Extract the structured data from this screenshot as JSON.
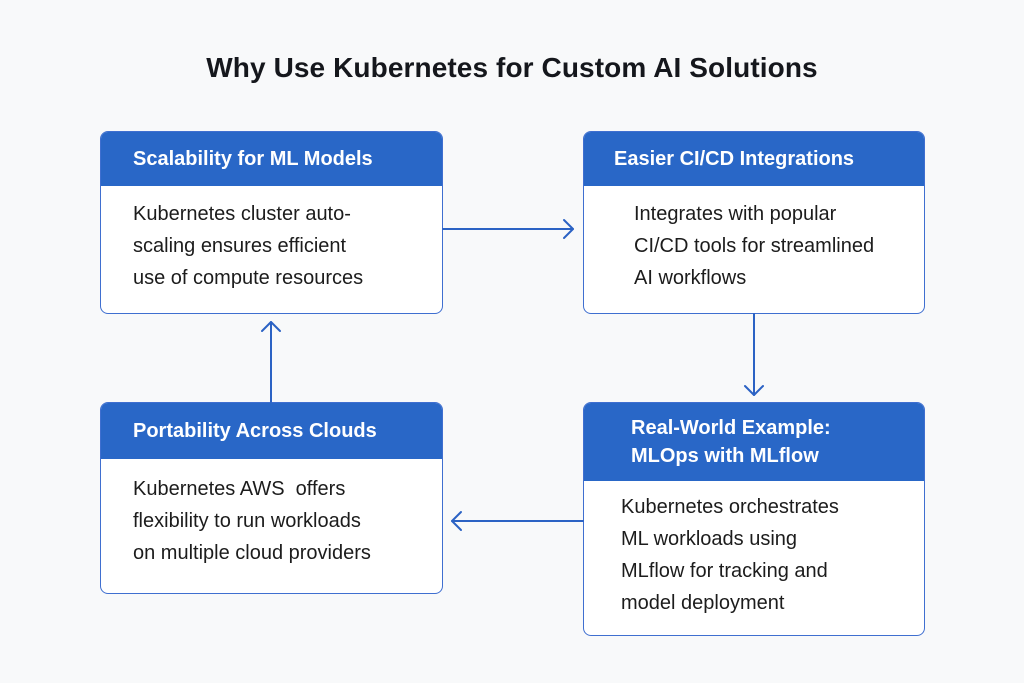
{
  "title": "Why Use Kubernetes for Custom AI Solutions",
  "colors": {
    "header_fill": "#2967c7",
    "border": "#3f6fd0",
    "arrow": "#2b62c4",
    "background": "#f8f9fa"
  },
  "cards": [
    {
      "id": "scalability",
      "heading": [
        "Scalability for ML Models"
      ],
      "body": [
        "Kubernetes cluster auto-",
        "scaling ensures efficient",
        "use of compute resources"
      ]
    },
    {
      "id": "cicd",
      "heading": [
        "Easier CI/CD Integrations"
      ],
      "body": [
        "Integrates with popular",
        "CI/CD tools for streamlined",
        "AI workflows"
      ]
    },
    {
      "id": "real-world",
      "heading": [
        "Real-World Example:",
        "MLOps with MLflow"
      ],
      "body": [
        "Kubernetes orchestrates",
        "ML workloads using",
        "MLflow for tracking and",
        "model deployment"
      ]
    },
    {
      "id": "portability",
      "heading": [
        "Portability Across Clouds"
      ],
      "body": [
        "Kubernetes AWS  offers",
        "flexibility to run workloads",
        "on multiple cloud providers"
      ]
    }
  ],
  "flow": [
    {
      "from": "scalability",
      "to": "cicd",
      "direction": "right"
    },
    {
      "from": "cicd",
      "to": "real-world",
      "direction": "down"
    },
    {
      "from": "real-world",
      "to": "portability",
      "direction": "left"
    },
    {
      "from": "portability",
      "to": "scalability",
      "direction": "up"
    }
  ]
}
